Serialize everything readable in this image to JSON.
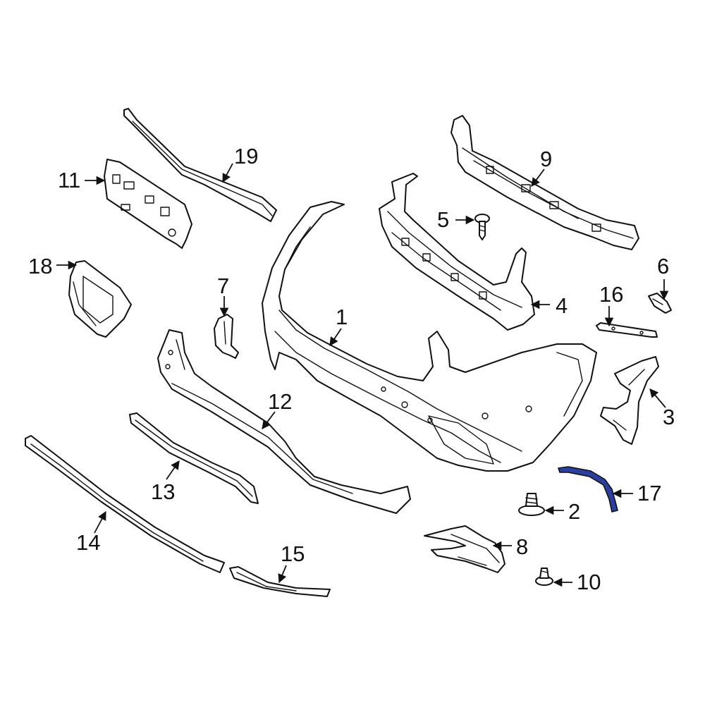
{
  "diagram": {
    "highlight_color": "#2b3f9e",
    "line_color": "#111111",
    "callouts": {
      "c1": "1",
      "c2": "2",
      "c3": "3",
      "c4": "4",
      "c5": "5",
      "c6": "6",
      "c7": "7",
      "c8": "8",
      "c9": "9",
      "c10": "10",
      "c11": "11",
      "c12": "12",
      "c13": "13",
      "c14": "14",
      "c15": "15",
      "c16": "16",
      "c17": "17",
      "c18": "18",
      "c19": "19"
    },
    "highlighted_part": "17"
  }
}
